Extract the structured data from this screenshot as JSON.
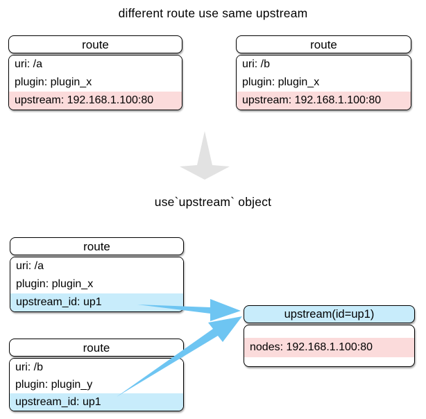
{
  "title": "different route use same upstream",
  "subtitle": "use`upstream` object",
  "colors": {
    "highlight_pink": "#fbdbdb",
    "highlight_blue": "#c8ecfb",
    "arrow_blue": "#6ec5f2",
    "arrow_gray": "#e2e2e2",
    "box_border": "#000000"
  },
  "top_section": {
    "route_a": {
      "header": "route",
      "uri": "uri: /a",
      "plugin": "plugin: plugin_x",
      "upstream": "upstream: 192.168.1.100:80"
    },
    "route_b": {
      "header": "route",
      "uri": "uri: /b",
      "plugin": "plugin: plugin_x",
      "upstream": "upstream: 192.168.1.100:80"
    }
  },
  "bottom_section": {
    "route_a": {
      "header": "route",
      "uri": "uri: /a",
      "plugin": "plugin: plugin_x",
      "upstream_id": "upstream_id: up1"
    },
    "route_b": {
      "header": "route",
      "uri": "uri: /b",
      "plugin": "plugin: plugin_y",
      "upstream_id": "upstream_id: up1"
    },
    "upstream": {
      "header": "upstream(id=up1)",
      "nodes": "nodes: 192.168.1.100:80"
    }
  }
}
